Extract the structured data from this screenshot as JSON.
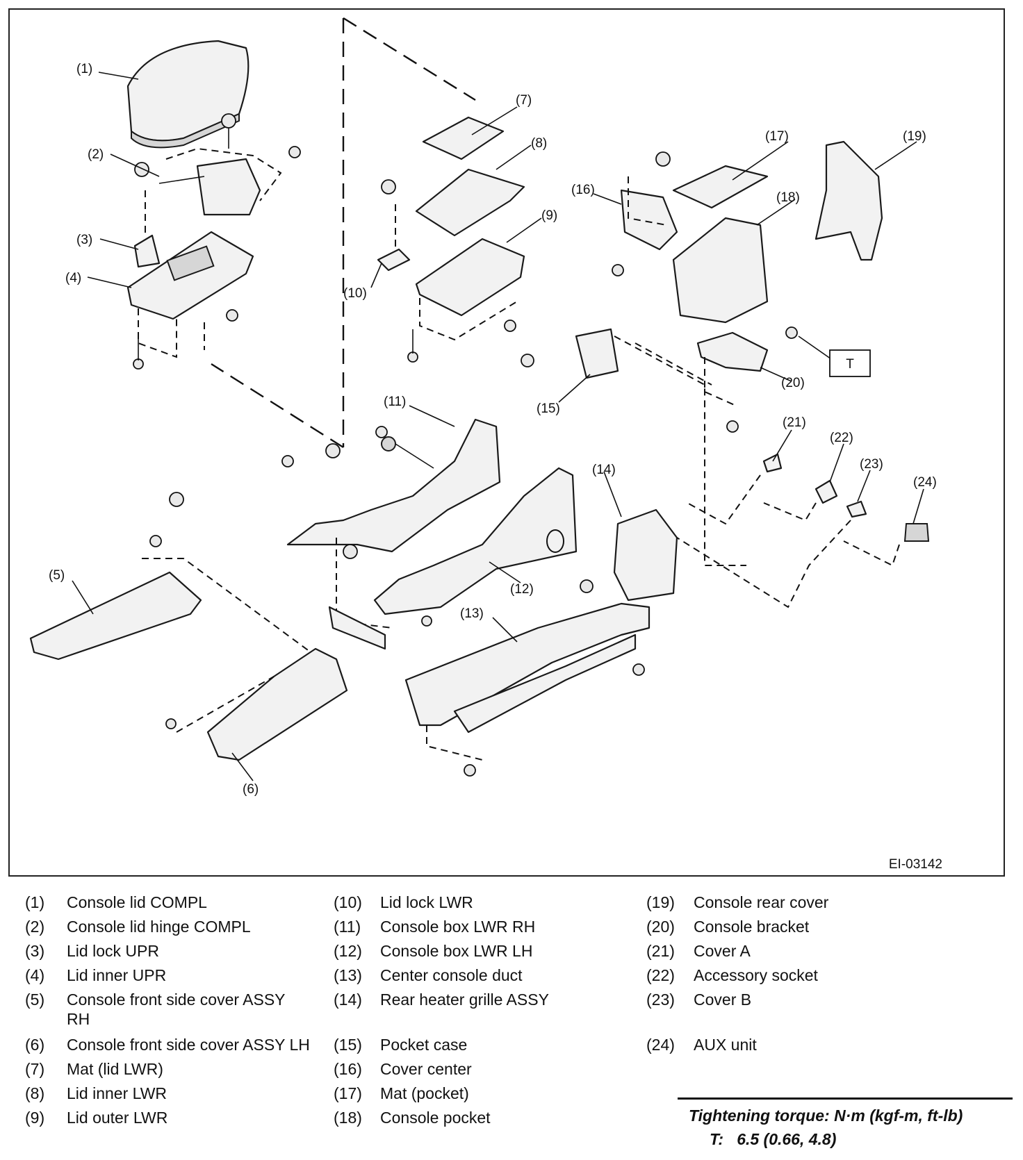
{
  "diagram": {
    "ref_code": "EI-03142",
    "torque_marker": "T",
    "callouts": [
      "(1)",
      "(2)",
      "(3)",
      "(4)",
      "(5)",
      "(6)",
      "(7)",
      "(8)",
      "(9)",
      "(10)",
      "(11)",
      "(12)",
      "(13)",
      "(14)",
      "(15)",
      "(16)",
      "(17)",
      "(18)",
      "(19)",
      "(20)",
      "(21)",
      "(22)",
      "(23)",
      "(24)"
    ]
  },
  "legend": {
    "items": [
      {
        "num": "(1)",
        "name": "Console lid COMPL"
      },
      {
        "num": "(2)",
        "name": "Console lid hinge COMPL"
      },
      {
        "num": "(3)",
        "name": "Lid lock UPR"
      },
      {
        "num": "(4)",
        "name": "Lid inner UPR"
      },
      {
        "num": "(5)",
        "name": "Console front side cover ASSY",
        "name2": "RH"
      },
      {
        "num": "(6)",
        "name": "Console front side cover ASSY LH"
      },
      {
        "num": "(7)",
        "name": "Mat (lid LWR)"
      },
      {
        "num": "(8)",
        "name": "Lid inner LWR"
      },
      {
        "num": "(9)",
        "name": "Lid outer LWR"
      },
      {
        "num": "(10)",
        "name": "Lid lock LWR"
      },
      {
        "num": "(11)",
        "name": "Console box LWR RH"
      },
      {
        "num": "(12)",
        "name": "Console box LWR LH"
      },
      {
        "num": "(13)",
        "name": "Center console duct"
      },
      {
        "num": "(14)",
        "name": "Rear heater grille ASSY"
      },
      {
        "num": "(15)",
        "name": "Pocket case"
      },
      {
        "num": "(16)",
        "name": "Cover center"
      },
      {
        "num": "(17)",
        "name": "Mat (pocket)"
      },
      {
        "num": "(18)",
        "name": "Console pocket"
      },
      {
        "num": "(19)",
        "name": "Console rear cover"
      },
      {
        "num": "(20)",
        "name": "Console bracket"
      },
      {
        "num": "(21)",
        "name": "Cover A"
      },
      {
        "num": "(22)",
        "name": "Accessory socket"
      },
      {
        "num": "(23)",
        "name": "Cover B"
      },
      {
        "num": "(24)",
        "name": "AUX unit"
      }
    ]
  },
  "torque": {
    "title": "Tightening torque: N·m (kgf-m, ft-lb)",
    "label": "T:",
    "value": "6.5 (0.66, 4.8)"
  }
}
